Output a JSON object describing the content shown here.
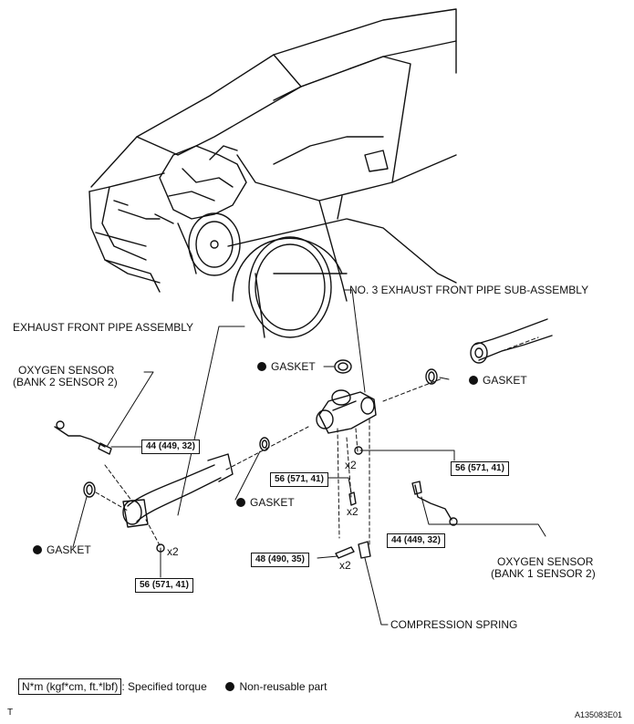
{
  "labels": {
    "no3_exhaust_front_pipe": "NO. 3 EXHAUST FRONT PIPE SUB-ASSEMBLY",
    "exhaust_front_pipe": "EXHAUST FRONT PIPE ASSEMBLY",
    "oxygen_sensor_bank2_line1": "OXYGEN SENSOR",
    "oxygen_sensor_bank2_line2": "(BANK 2 SENSOR 2)",
    "oxygen_sensor_bank1_line1": "OXYGEN SENSOR",
    "oxygen_sensor_bank1_line2": "(BANK 1 SENSOR 2)",
    "gasket_top": "GASKET",
    "gasket_right": "GASKET",
    "gasket_mid": "GASKET",
    "gasket_left": "GASKET",
    "compression_spring": "COMPRESSION SPRING"
  },
  "torques": {
    "t_44_left": "44 (449, 32)",
    "t_56_mid": "56 (571, 41)",
    "t_56_right": "56 (571, 41)",
    "t_56_bottom": "56 (571, 41)",
    "t_48": "48 (490, 35)",
    "t_44_right": "44 (449, 32)"
  },
  "multipliers": {
    "x2_a": "x2",
    "x2_b": "x2",
    "x2_c": "x2",
    "x2_d": "x2"
  },
  "legend": {
    "torque_unit": "N*m (kgf*cm, ft.*lbf)",
    "torque_desc": ": Specified torque",
    "nonreusable": "Non-reusable part"
  },
  "footer": {
    "left_code": "T",
    "figure_id": "A135083E01"
  }
}
